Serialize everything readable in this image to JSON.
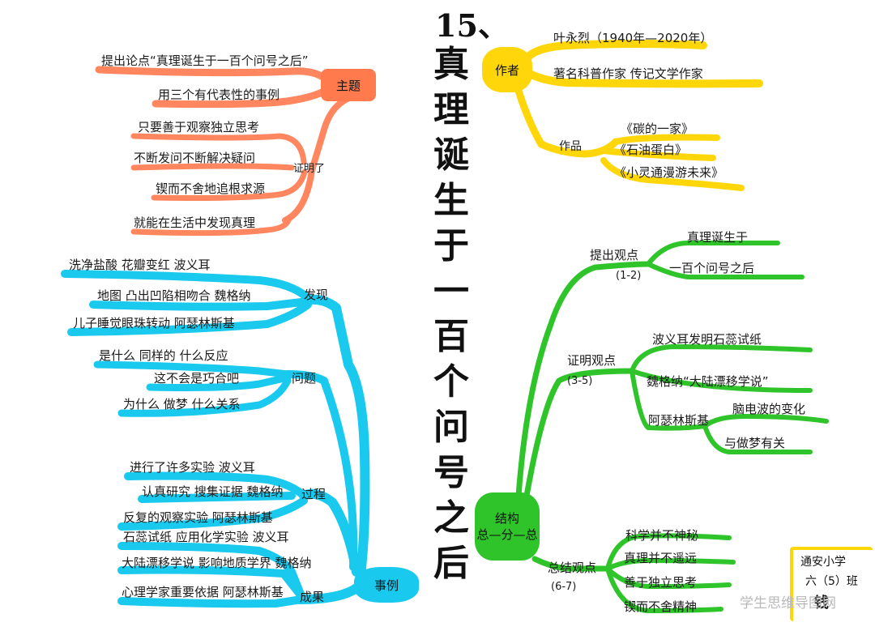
{
  "title": {
    "prefix": "15、",
    "chars": [
      "真",
      "理",
      "诞",
      "生",
      "于",
      "一",
      "百",
      "个",
      "问",
      "号",
      "之",
      "后"
    ]
  },
  "colors": {
    "theme": "#ff7a4d",
    "author": "#ffd60a",
    "examples": "#19c9ee",
    "structure": "#2ec42a"
  },
  "theme": {
    "node": "主题",
    "items": [
      "提出论点“真理诞生于一百个问号之后”",
      "用三个有代表性的事例"
    ],
    "proof": {
      "label": "证明了",
      "items": [
        "只要善于观察独立思考",
        "不断发问不断解决疑问",
        "锲而不舍地追根求源",
        "就能在生活中发现真理"
      ]
    }
  },
  "author": {
    "node": "作者",
    "items": [
      "叶永烈（1940年—2020年）",
      "著名科普作家  传记文学作家"
    ],
    "works": {
      "label": "作品",
      "items": [
        "《碳的一家》",
        "《石油蛋白》",
        "《小灵通漫游未来》"
      ]
    }
  },
  "examples": {
    "node": "事例",
    "discovery": {
      "label": "发现",
      "items": [
        "洗净盐酸  花瓣变红  波义耳",
        "地图  凸出凹陷相吻合  魏格纳",
        "儿子睡觉眼珠转动  阿瑟林斯基"
      ]
    },
    "question": {
      "label": "问题",
      "items": [
        "是什么  同样的  什么反应",
        "这不会是巧合吧",
        "为什么  做梦  什么关系"
      ]
    },
    "process": {
      "label": "过程",
      "items": [
        "进行了许多实验  波义耳",
        "认真研究  搜集证据  魏格纳",
        "反复的观察实验  阿瑟林斯基"
      ]
    },
    "result": {
      "label": "成果",
      "items": [
        "石蕊试纸  应用化学实验  波义耳",
        "大陆漂移学说  影响地质学界  魏格纳",
        "心理学家重要依据  阿瑟林斯基"
      ]
    }
  },
  "structure": {
    "node_line1": "结构",
    "node_line2": "总—分—总",
    "viewpoint": {
      "label": "提出观点",
      "range": "(1-2)",
      "items": [
        "真理诞生于",
        "一百个问号之后"
      ]
    },
    "proof": {
      "label": "证明观点",
      "range": "(3-5)",
      "items": [
        "波义耳发明石蕊试纸",
        "魏格纳“大陆漂移学说”"
      ],
      "sub": {
        "label": "阿瑟林斯基",
        "items": [
          "脑电波的变化",
          "与做梦有关"
        ]
      }
    },
    "summary": {
      "label": "总结观点",
      "range": "(6-7)",
      "items": [
        "科学并不神秘",
        "真理并不遥远",
        "善于独立思考",
        "锲而不舍精神"
      ]
    }
  },
  "signature": {
    "school": "通安小学",
    "class": "六（5）班",
    "name": "钱"
  },
  "watermark": "学生思维导图网"
}
